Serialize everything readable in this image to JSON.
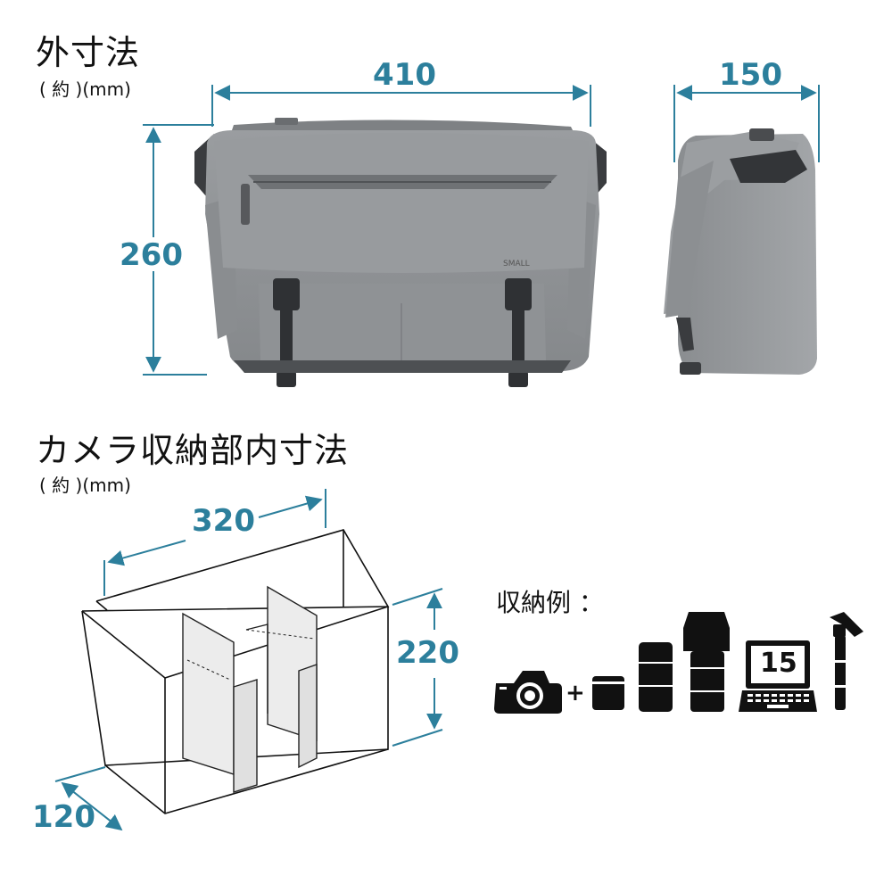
{
  "outer": {
    "title": "外寸法",
    "note": "( 約 )(mm)",
    "width": "410",
    "depth": "150",
    "height": "260"
  },
  "inner": {
    "title": "カメラ収納部内寸法",
    "note": "( 約 )(mm)",
    "width": "320",
    "height": "220",
    "depth": "120"
  },
  "examples": {
    "label": "収納例 ：",
    "plus": "+",
    "laptop_screen": "15"
  },
  "colors": {
    "dimension": "#2c7f9c",
    "bag": "#8d9093",
    "bag_dark": "#5f6265",
    "strap": "#3a3c3f"
  },
  "logo": "SMALL"
}
